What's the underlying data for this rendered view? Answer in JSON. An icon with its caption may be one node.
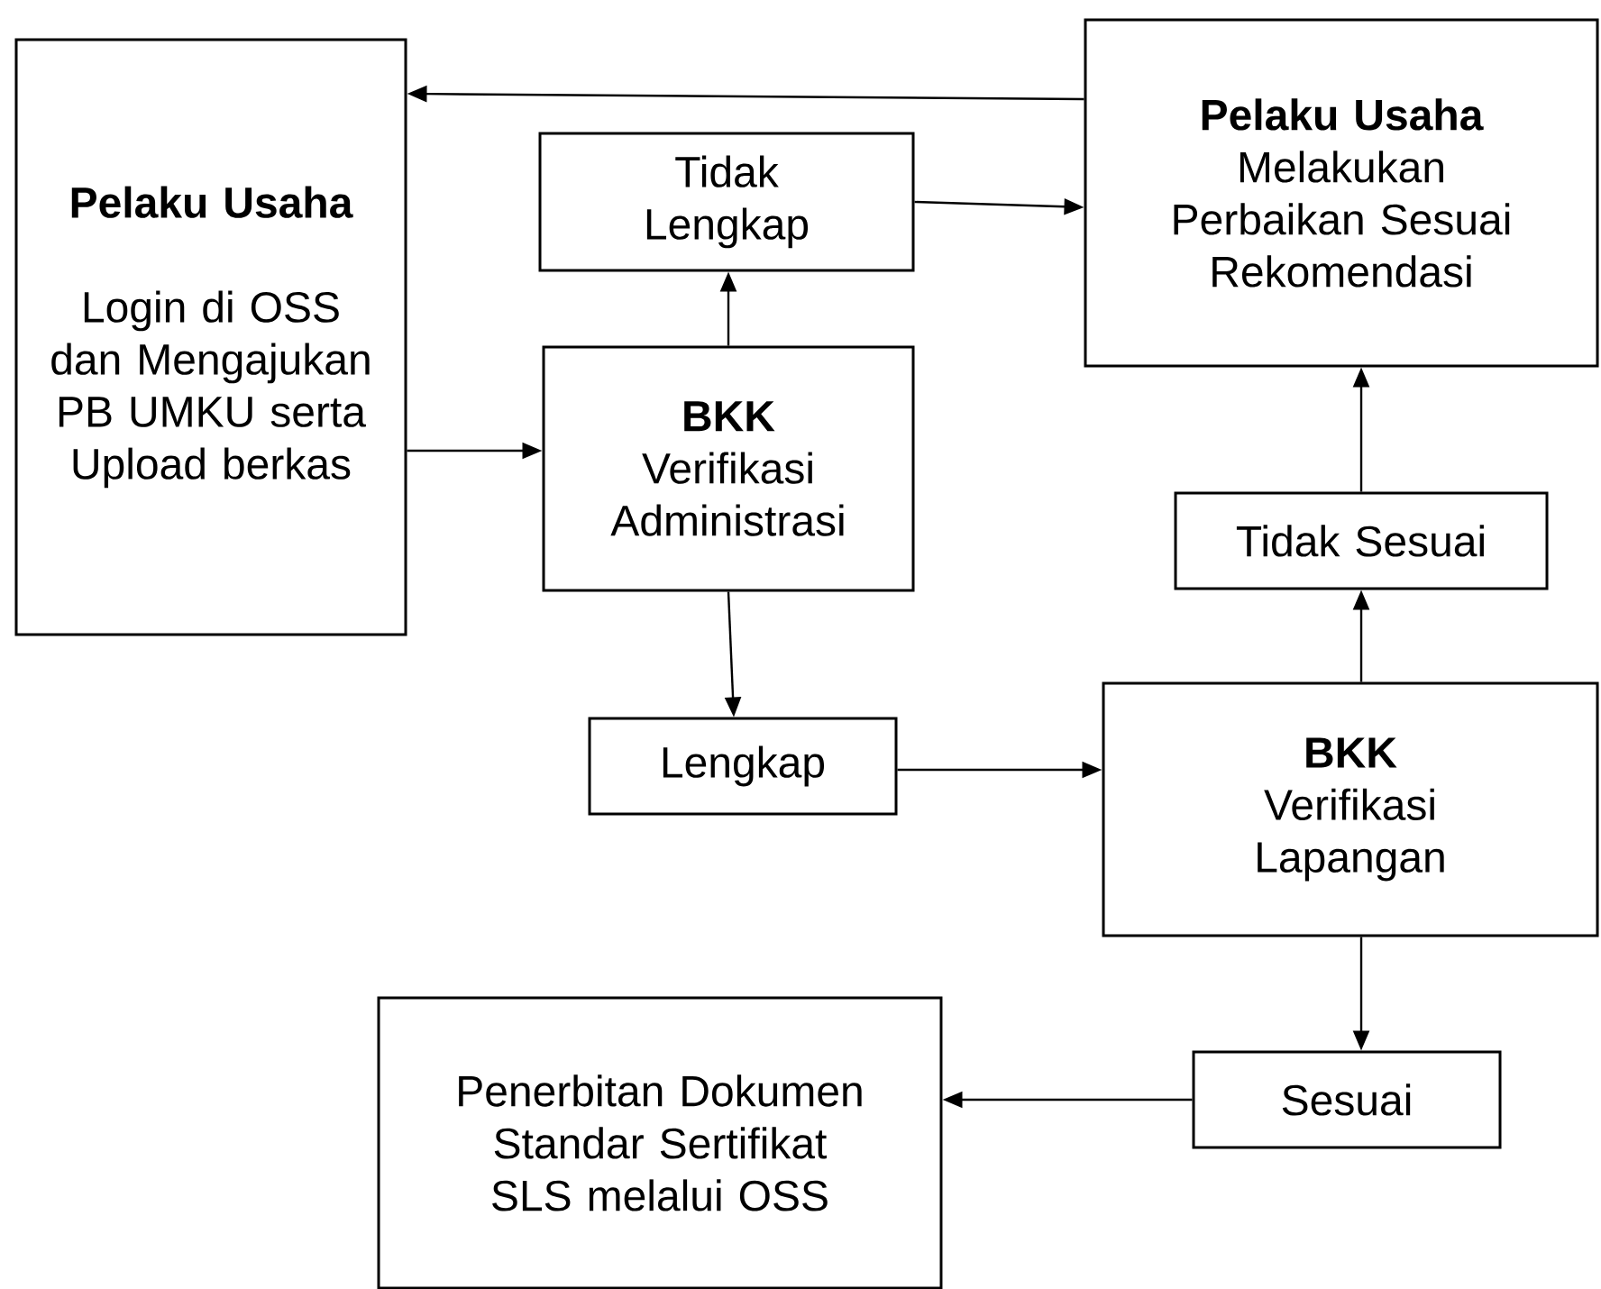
{
  "diagram": {
    "nodes": [
      {
        "text": [
          "Pelaku Usaha",
          "Login di OSS dan Mengajukan PB UMKU serta Upload berkas"
        ]
      },
      {
        "text": [
          "Tidak Lengkap"
        ]
      },
      {
        "text": [
          "Pelaku Usaha",
          "Melakukan Perbaikan Sesuai Rekomendasi"
        ]
      },
      {
        "text": [
          "BKK",
          "Verifikasi Administrasi"
        ]
      },
      {
        "text": [
          "Tidak Sesuai"
        ]
      },
      {
        "text": [
          "Lengkap"
        ]
      },
      {
        "text": [
          "BKK",
          "Verifikasi Lapangan"
        ]
      },
      {
        "text": [
          "Penerbitan Dokumen Standar Sertifikat SLS melalui OSS"
        ]
      },
      {
        "text": [
          "Sesuai"
        ]
      }
    ],
    "edges": [
      {
        "from": 2,
        "to": 0,
        "arrow": "to"
      },
      {
        "from": 1,
        "to": 2,
        "arrow": "to"
      },
      {
        "from": 3,
        "to": 1,
        "arrow": "to"
      },
      {
        "from": 0,
        "to": 3,
        "arrow": "to"
      },
      {
        "from": 3,
        "to": 5,
        "arrow": "to"
      },
      {
        "from": 5,
        "to": 6,
        "arrow": "to"
      },
      {
        "from": 6,
        "to": 4,
        "arrow": "to"
      },
      {
        "from": 4,
        "to": 2,
        "arrow": "to"
      },
      {
        "from": 6,
        "to": 8,
        "arrow": "to"
      },
      {
        "from": 8,
        "to": 7,
        "arrow": "to"
      }
    ]
  }
}
